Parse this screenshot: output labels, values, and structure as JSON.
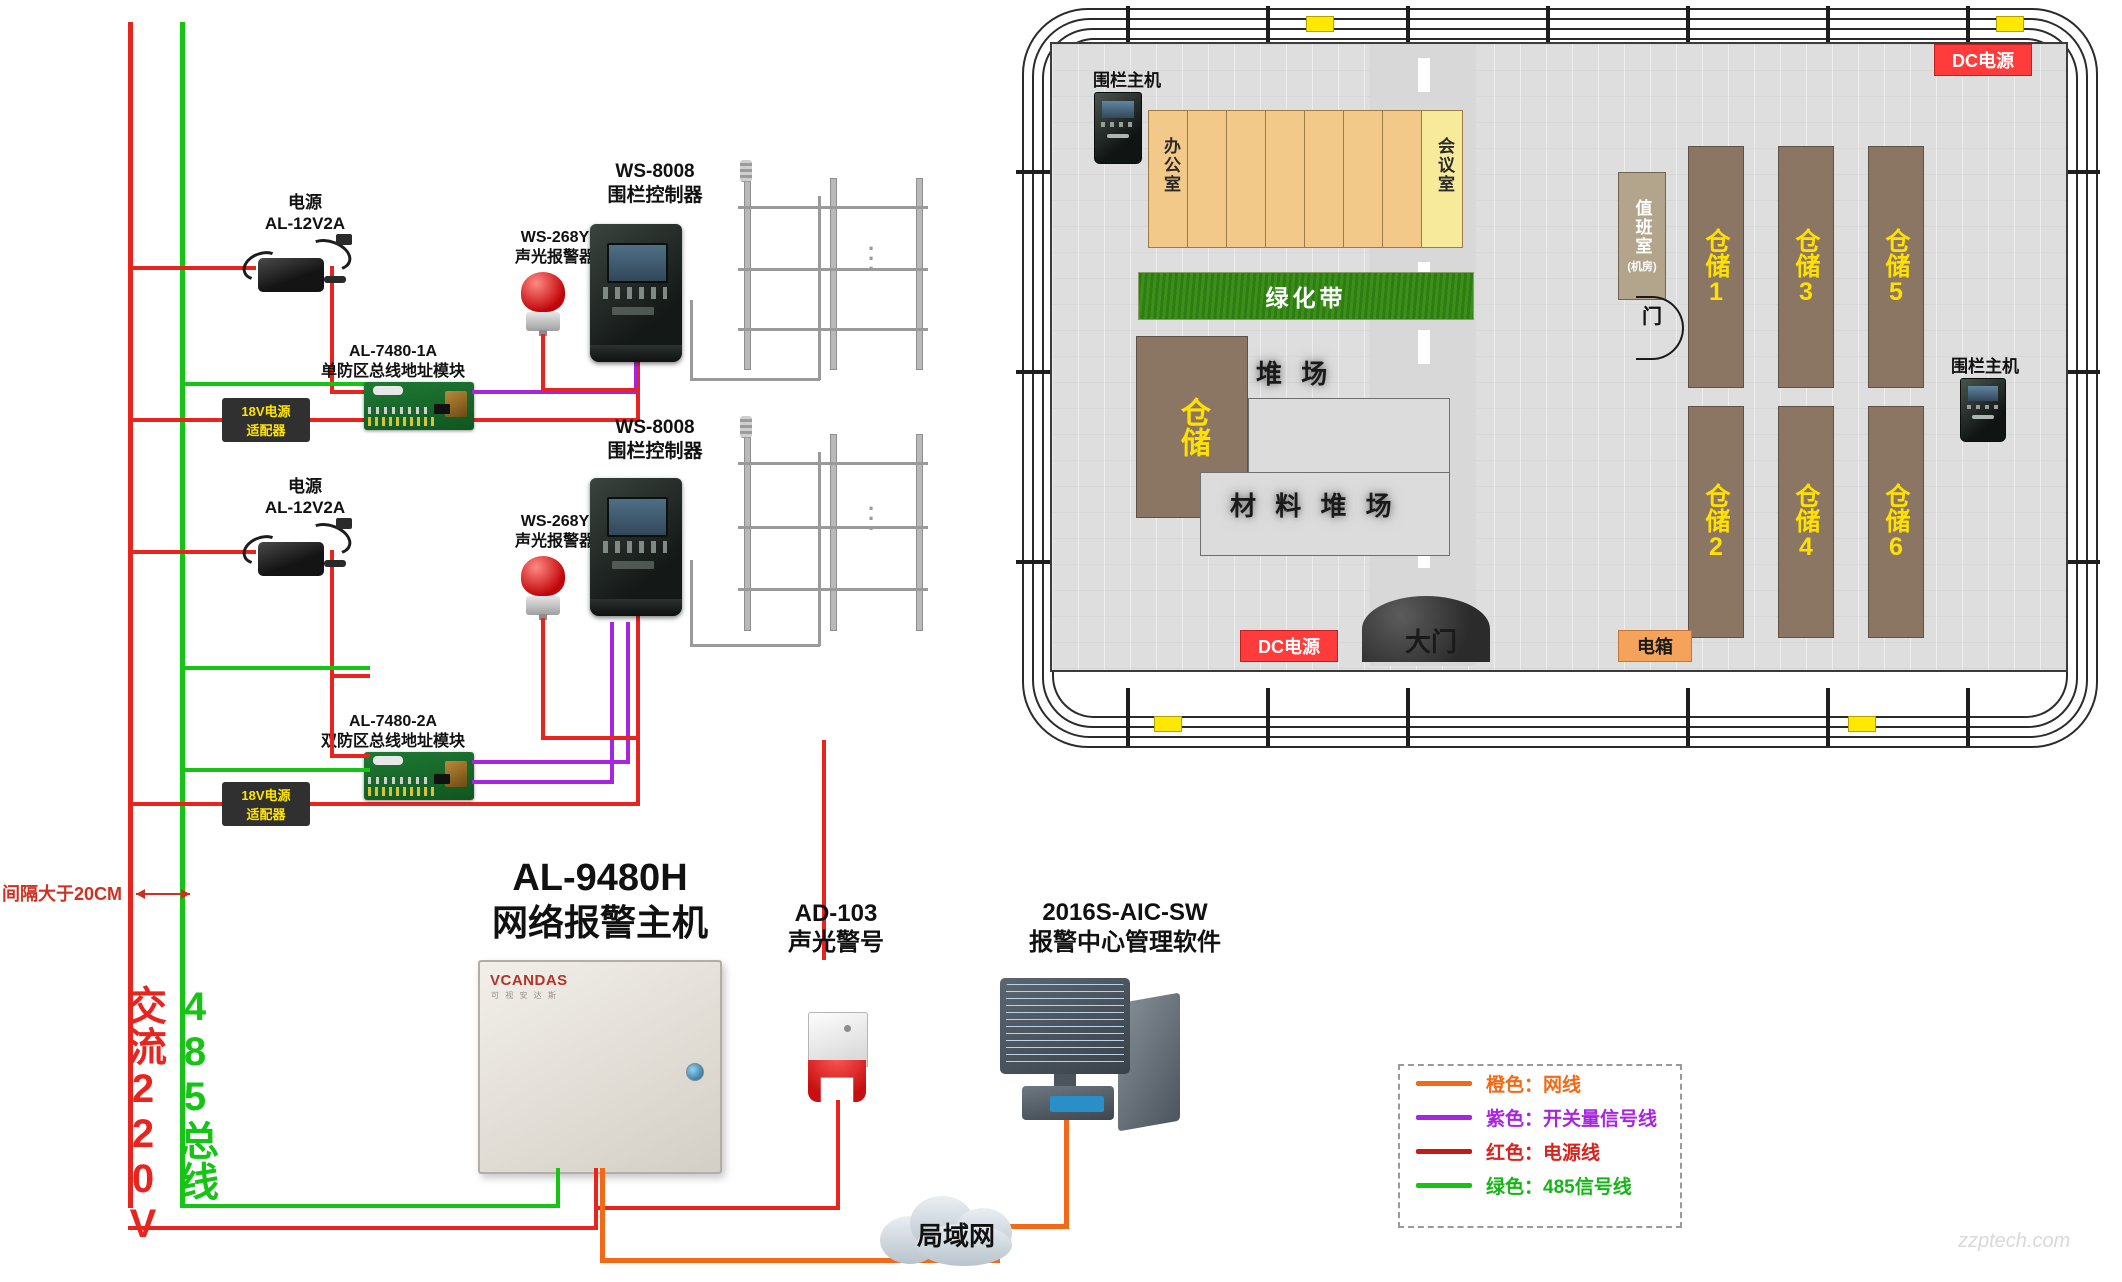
{
  "meta": {
    "watermark": "zzptech.com"
  },
  "left_panel": {
    "bus_labels": {
      "ac_power": "交流220V",
      "rs485": "485总线",
      "gap_note": "间隔大于20CM"
    },
    "zones": [
      {
        "power_title": "电源",
        "power_model": "AL-12V2A",
        "module_model": "AL-7480-1A",
        "module_desc": "单防区总线地址模块",
        "adapter_line1": "18V电源",
        "adapter_line2": "适配器",
        "siren_model": "WS-268Y",
        "siren_desc": "声光报警器",
        "controller_model": "WS-8008",
        "controller_desc": "围栏控制器"
      },
      {
        "power_title": "电源",
        "power_model": "AL-12V2A",
        "module_model": "AL-7480-2A",
        "module_desc": "双防区总线地址模块",
        "adapter_line1": "18V电源",
        "adapter_line2": "适配器",
        "siren_model": "WS-268Y",
        "siren_desc": "声光报警器",
        "controller_model": "WS-8008",
        "controller_desc": "围栏控制器"
      }
    ],
    "host": {
      "model": "AL-9480H",
      "desc": "网络报警主机",
      "brand": "VCANDAS",
      "brand_sub": "可 视 安 达 斯"
    },
    "sounder": {
      "model": "AD-103",
      "desc": "声光警号"
    },
    "software": {
      "model": "2016S-AIC-SW",
      "desc": "报警中心管理软件"
    },
    "lan": {
      "label": "局域网"
    }
  },
  "site_plan": {
    "fence_host_left_label": "围栏主机",
    "fence_host_right_label": "围栏主机",
    "office_rooms": [
      {
        "label": "办公室",
        "type": "office"
      },
      {
        "label": "",
        "type": "office"
      },
      {
        "label": "",
        "type": "office"
      },
      {
        "label": "",
        "type": "office"
      },
      {
        "label": "",
        "type": "office"
      },
      {
        "label": "",
        "type": "office"
      },
      {
        "label": "",
        "type": "office"
      },
      {
        "label": "会议室",
        "type": "meeting"
      }
    ],
    "green_belt": "绿化带",
    "warehouse_left": "仓储",
    "yard_label": "堆 场",
    "material_yard_label": "材 料 堆 场",
    "duty_room": {
      "line1": "值班室",
      "line2": "(机房)"
    },
    "door_label": "门",
    "gate_label": "大门",
    "storages": [
      {
        "label": "仓储",
        "num": "1"
      },
      {
        "label": "仓储",
        "num": "3"
      },
      {
        "label": "仓储",
        "num": "5"
      },
      {
        "label": "仓储",
        "num": "2"
      },
      {
        "label": "仓储",
        "num": "4"
      },
      {
        "label": "仓储",
        "num": "6"
      }
    ],
    "badges": {
      "dc_top": "DC电源",
      "dc_bottom": "DC电源",
      "electric_box": "电箱"
    }
  },
  "legend": {
    "items": [
      {
        "color": "#f26a17",
        "text": "橙色：网线"
      },
      {
        "color": "#a626e0",
        "text": "紫色：开关量信号线"
      },
      {
        "color": "#c41b17",
        "text": "红色：电源线"
      },
      {
        "color": "#16c416",
        "text": "绿色：485信号线"
      }
    ]
  },
  "colors": {
    "red": "#e8241f",
    "green": "#16c416",
    "purple": "#a626e0",
    "orange": "#f26a17",
    "gray": "#9a9a9a"
  }
}
